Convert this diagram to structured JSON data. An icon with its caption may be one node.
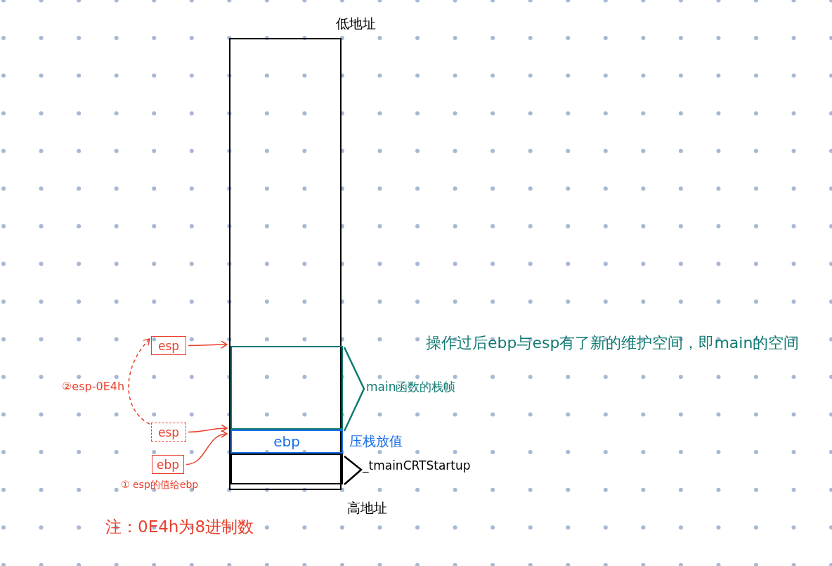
{
  "diagram": {
    "nodes": [
      {
        "text": [],
        "shape": "box",
        "beside": [
          "低地址",
          "高地址"
        ]
      },
      {
        "text": [],
        "shape": "box",
        "in": 0,
        "beside": [
          "main函数的栈帧"
        ]
      },
      {
        "text": [
          "ebp"
        ],
        "in": 0,
        "beside": [
          "压栈放值"
        ]
      },
      {
        "text": [],
        "shape": "box",
        "in": 0,
        "beside": [
          "_tmainCRTStartup"
        ]
      },
      {
        "text": [
          "esp"
        ]
      },
      {
        "text": [
          "esp"
        ]
      },
      {
        "text": [
          "ebp"
        ]
      }
    ],
    "edges": [
      {
        "from": 4,
        "to": 1,
        "arrow": "to"
      },
      {
        "from": 5,
        "to": 4,
        "arrow": "to",
        "style": "dashed",
        "label": "②esp-0E4h"
      },
      {
        "from": 5,
        "to": 2,
        "arrow": "to"
      },
      {
        "from": 6,
        "to": 2,
        "arrow": "to"
      }
    ],
    "labels": [
      "① esp的值给ebp",
      "操作过后ebp与esp有了新的维护空间，即main的空间",
      "注：0E4h为8进制数"
    ]
  }
}
